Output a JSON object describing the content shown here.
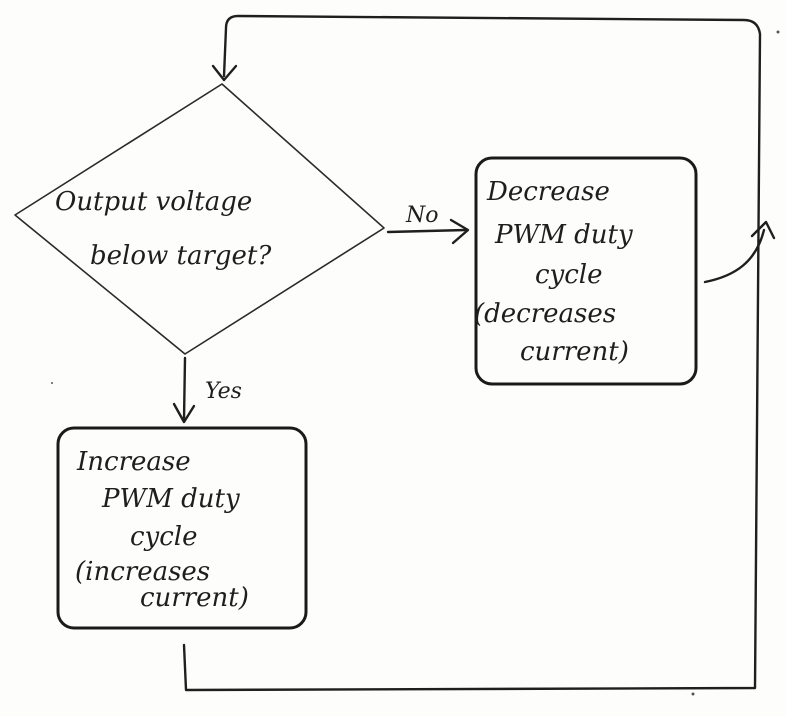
{
  "decision": {
    "lines": [
      "Output voltage",
      "below target?"
    ]
  },
  "edges": {
    "no_label": "No",
    "yes_label": "Yes"
  },
  "decrease_box": {
    "lines": [
      "Decrease",
      "PWM duty",
      "cycle",
      "(decreases",
      "current)"
    ]
  },
  "increase_box": {
    "lines": [
      "Increase",
      "PWM duty",
      "cycle",
      "(increases",
      "current)"
    ]
  }
}
